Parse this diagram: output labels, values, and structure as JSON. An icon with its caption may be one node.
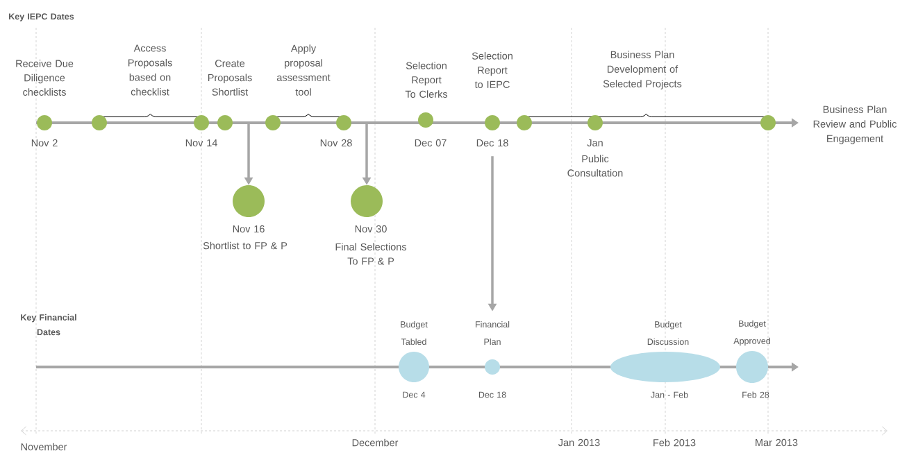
{
  "diagram": {
    "nodes": [
      {
        "text": [
          "Receive Due Diligence checklists",
          "Nov 2"
        ]
      },
      {
        "text": [],
        "shape": "circle"
      },
      {
        "text": [
          "Nov 14"
        ]
      },
      {
        "text": [
          "Create Proposals Shortlist"
        ]
      },
      {
        "text": [],
        "shape": "circle"
      },
      {
        "text": [
          "Nov 28"
        ]
      },
      {
        "text": [
          "Selection Report To Clerks",
          "Dec 07"
        ]
      },
      {
        "text": [
          "Selection Report to IEPC",
          "Dec 18"
        ]
      },
      {
        "text": [],
        "shape": "circle"
      },
      {
        "text": [
          "Jan",
          "Public Consultation"
        ]
      },
      {
        "text": [],
        "shape": "circle"
      },
      {
        "text": [
          "Nov 16",
          "Shortlist to FP & P"
        ]
      },
      {
        "text": [
          "Nov 30",
          "Final Selections To FP & P"
        ]
      },
      {
        "text": [
          "Budget Tabled",
          "Dec 4"
        ]
      },
      {
        "text": [
          "Financial Plan",
          "Dec 18"
        ]
      },
      {
        "text": [
          "Budget Discussion",
          "Jan - Feb"
        ]
      },
      {
        "text": [
          "Budget Approved",
          "Feb 28"
        ]
      }
    ],
    "edges": [
      {
        "from": null,
        "to": 11,
        "arrow": "to"
      },
      {
        "from": null,
        "to": 12,
        "arrow": "to"
      },
      {
        "from": 7,
        "to": 14,
        "arrow": "to"
      }
    ],
    "labels": [
      "Key IEPC Dates",
      "Access Proposals based on checklist",
      "Apply proposal assessment tool",
      "Business Plan Development of Selected Projects",
      "Business Plan Review and Public Engagement",
      "Key Financial Dates",
      "November",
      "December",
      "Jan 2013",
      "Feb 2013",
      "Mar 2013"
    ]
  }
}
